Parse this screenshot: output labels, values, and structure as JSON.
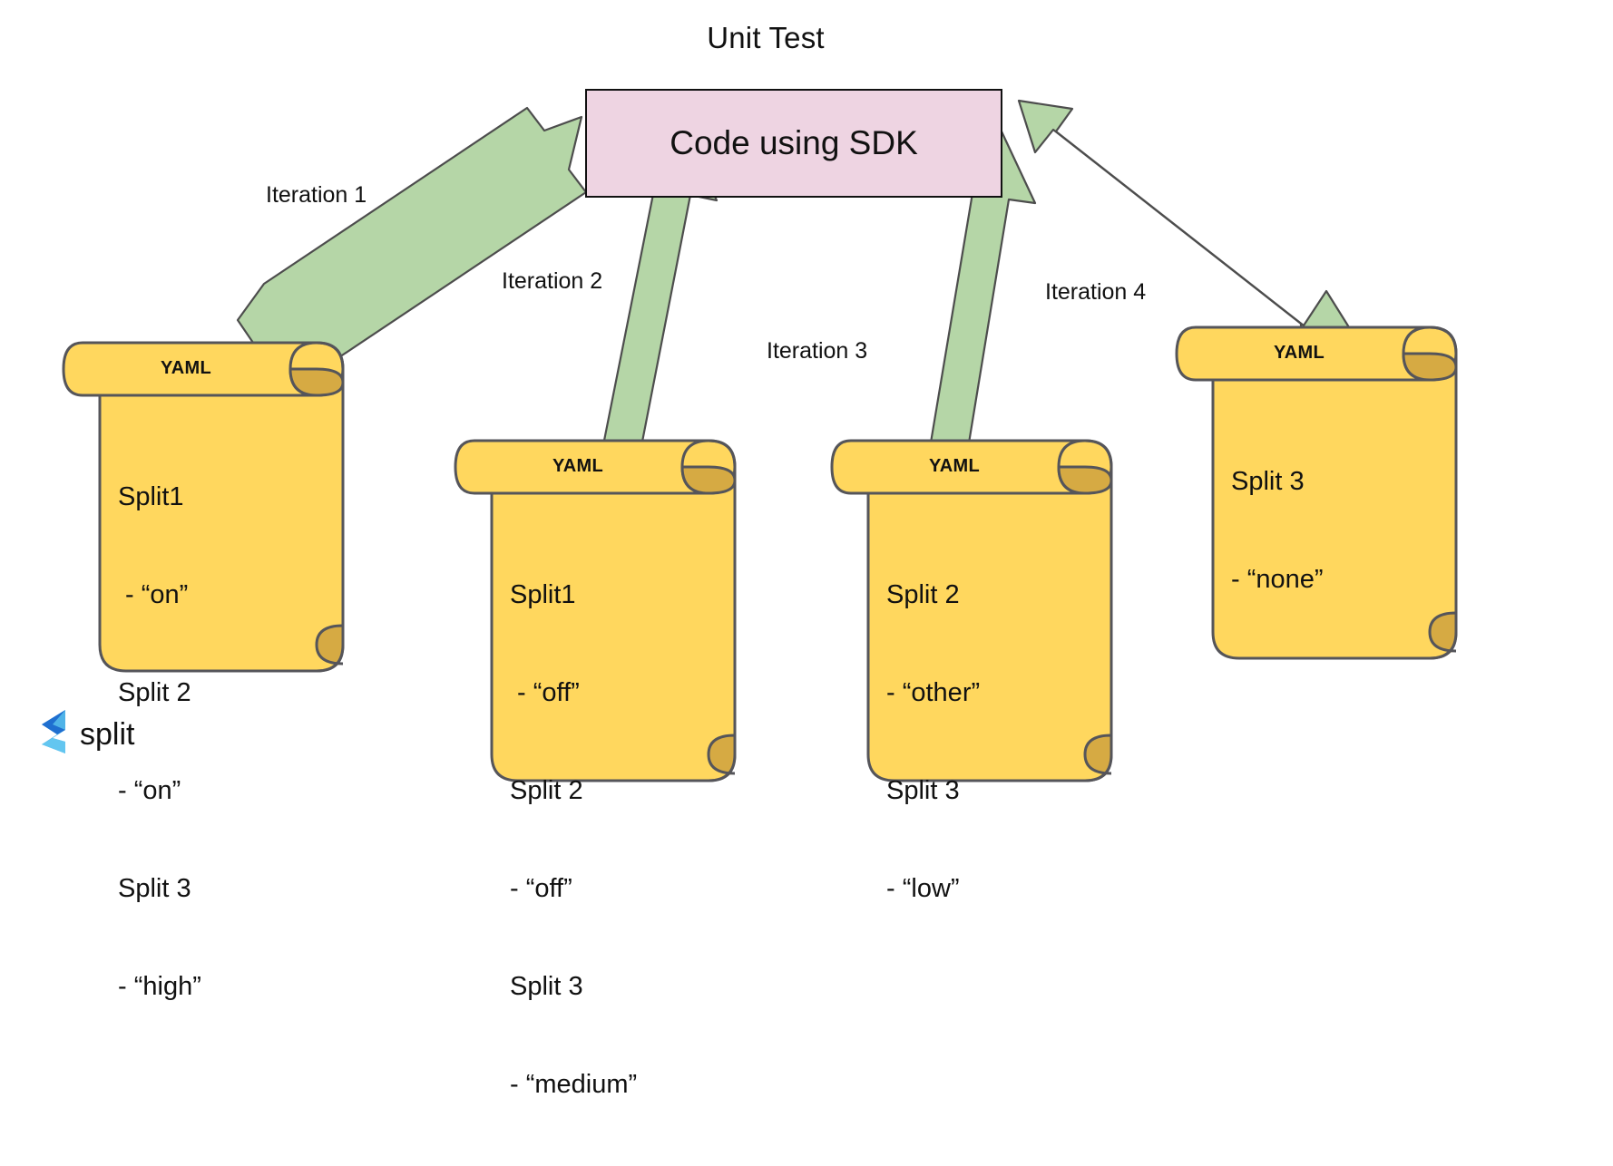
{
  "diagram": {
    "title": "Unit Test",
    "central_node": {
      "label": "Code using SDK",
      "fill": "#eed4e2",
      "stroke": "#111111"
    },
    "arrow_color": "#b5d6a7",
    "arrow_stroke": "#4d4d4d",
    "iterations": [
      {
        "label": "Iteration 1"
      },
      {
        "label": "Iteration 2"
      },
      {
        "label": "Iteration 3"
      },
      {
        "label": "Iteration 4"
      }
    ],
    "documents": [
      {
        "title": "YAML",
        "fill": "#ffd75e",
        "curl_fill": "#d6aa43",
        "stroke": "#55555a",
        "lines": [
          "Split1",
          " - “on”",
          "Split 2",
          "- “on”",
          "Split 3",
          "- “high”"
        ]
      },
      {
        "title": "YAML",
        "fill": "#ffd75e",
        "curl_fill": "#d6aa43",
        "stroke": "#55555a",
        "lines": [
          "Split1",
          " - “off”",
          "Split 2",
          "- “off”",
          "Split 3",
          "- “medium”"
        ]
      },
      {
        "title": "YAML",
        "fill": "#ffd75e",
        "curl_fill": "#d6aa43",
        "stroke": "#55555a",
        "lines": [
          "Split 2",
          "- “other”",
          "Split 3",
          "- “low”"
        ]
      },
      {
        "title": "YAML",
        "fill": "#ffd75e",
        "curl_fill": "#d6aa43",
        "stroke": "#55555a",
        "lines": [
          "Split 3",
          "- “none”"
        ]
      }
    ],
    "brand": {
      "name": "split",
      "mark_color_light": "#4fb3e8",
      "mark_color_dark": "#1f6fd0",
      "wordmark_color": "#111111"
    }
  }
}
